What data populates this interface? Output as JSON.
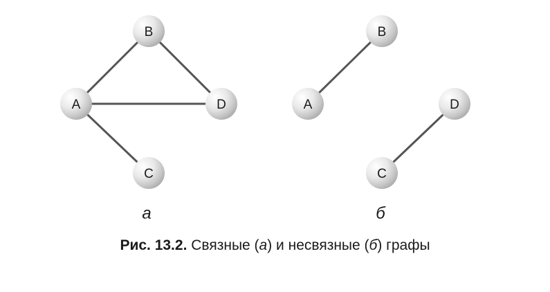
{
  "graphs": [
    {
      "id": "connected",
      "sublabel": "а",
      "nodes": [
        {
          "id": "A",
          "label": "A"
        },
        {
          "id": "B",
          "label": "B"
        },
        {
          "id": "C",
          "label": "C"
        },
        {
          "id": "D",
          "label": "D"
        }
      ],
      "edges": [
        [
          "A",
          "B"
        ],
        [
          "B",
          "D"
        ],
        [
          "A",
          "D"
        ],
        [
          "A",
          "C"
        ]
      ]
    },
    {
      "id": "disconnected",
      "sublabel": "б",
      "nodes": [
        {
          "id": "A",
          "label": "A"
        },
        {
          "id": "B",
          "label": "B"
        },
        {
          "id": "C",
          "label": "C"
        },
        {
          "id": "D",
          "label": "D"
        }
      ],
      "edges": [
        [
          "A",
          "B"
        ],
        [
          "C",
          "D"
        ]
      ]
    }
  ],
  "caption": {
    "figure_number": "Рис. 13.2.",
    "text_1": " Связные (",
    "italic_1": "а",
    "text_2": ") и несвязные (",
    "italic_2": "б",
    "text_3": ") графы"
  }
}
